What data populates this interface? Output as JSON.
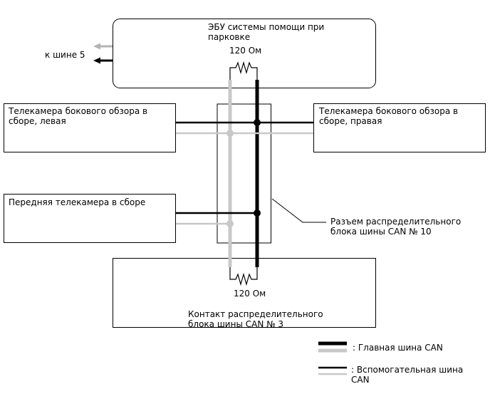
{
  "labels": {
    "ecu": "ЭБУ системы помощи при парковке",
    "bus5": "к шине 5",
    "ohm_top": "120 Ом",
    "cam_left": "Телекамера бокового обзора в сборе, левая",
    "cam_right": "Телекамера бокового обзора в сборе, правая",
    "cam_front": "Передняя телекамера в сборе",
    "junction": "Разъем распределительного блока шины CAN № 10",
    "ohm_bottom": "120 Ом",
    "contact": "Контакт распределительного блока шины CAN № 3",
    "legend_main": ": Главная шина CAN",
    "legend_sub": ": Вспомогательная шина CAN"
  },
  "colors": {
    "line": "#000000",
    "bus_gray": "#c8c8c8",
    "arrow_gray": "#b4b4b4"
  }
}
